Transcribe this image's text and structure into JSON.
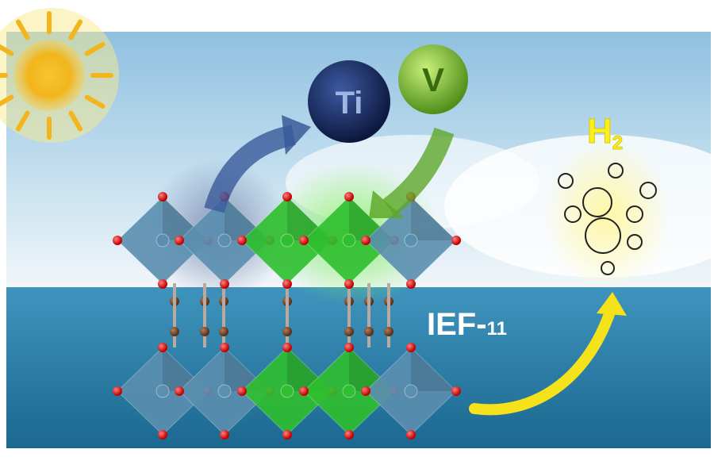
{
  "labels": {
    "ti": "Ti",
    "v": "V",
    "h2_main": "H",
    "h2_sub": "2",
    "ief_main": "IEF-",
    "ief_sub": "11"
  },
  "colors": {
    "ti_sphere": "#14245a",
    "v_sphere": "#7cc23a",
    "ti_octahedron": "#5b8fb0",
    "v_octahedron": "#2fbf2f",
    "oxygen": "#e01010",
    "linker": "#7a4a2a",
    "h2_glow": "#f5ea20",
    "sea": "#2a7fa8",
    "sky": "#a8cfe6"
  },
  "octahedra_types": {
    "top_row": [
      "Ti",
      "Ti",
      "V",
      "V",
      "Ti"
    ],
    "bottom_row": [
      "Ti",
      "Ti",
      "V",
      "V",
      "Ti"
    ]
  }
}
